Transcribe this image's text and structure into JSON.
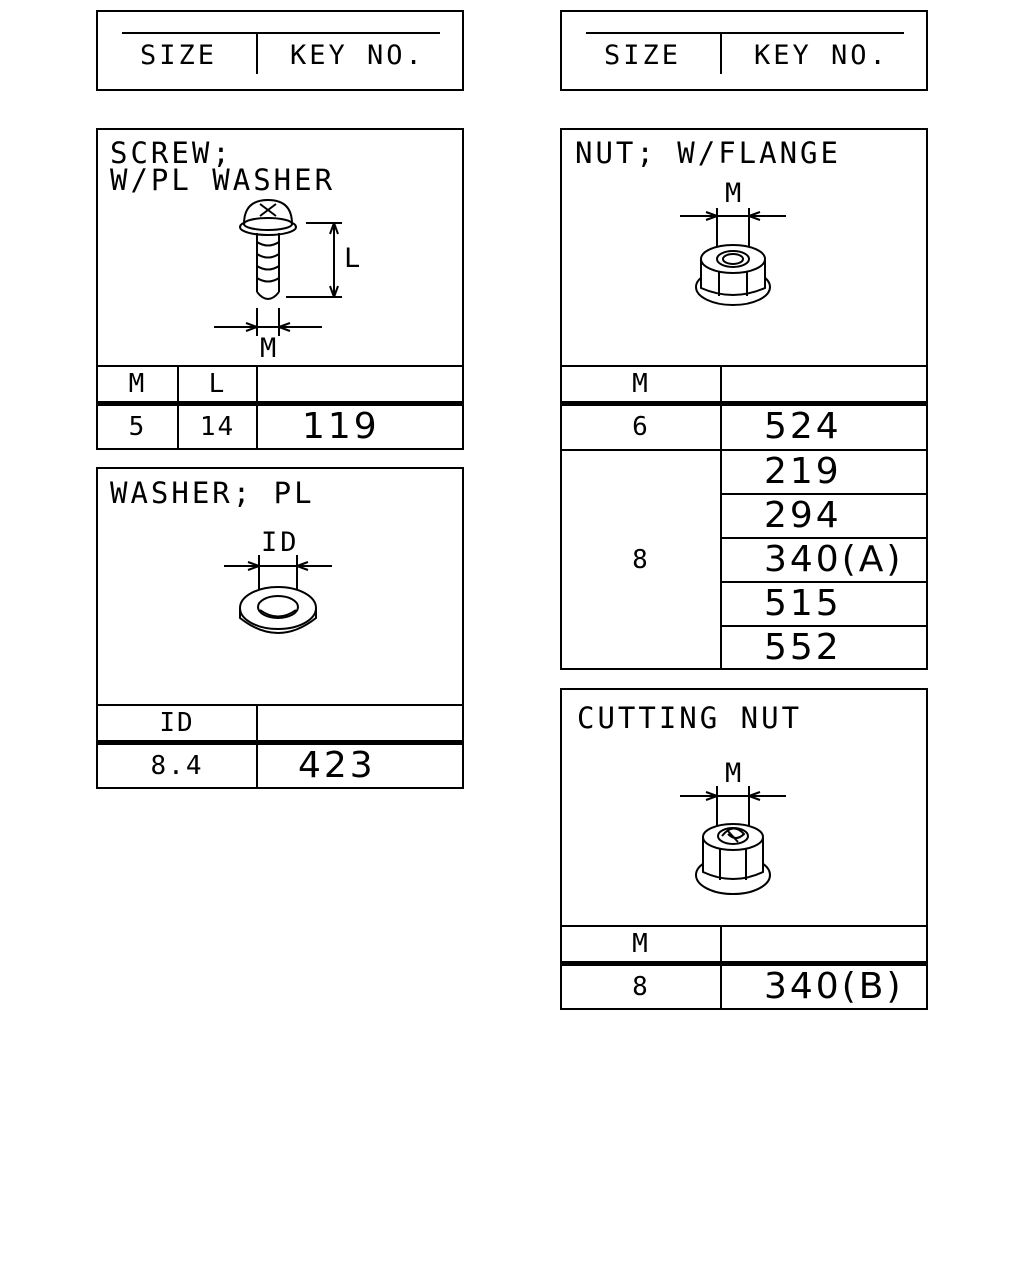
{
  "legend_left": {
    "size": "SIZE",
    "key_no": "KEY NO."
  },
  "legend_right": {
    "size": "SIZE",
    "key_no": "KEY NO."
  },
  "screw": {
    "title_line1": "SCREW;",
    "title_line2": "W/PL WASHER",
    "dim_l": "L",
    "dim_m": "M",
    "headers": [
      "M",
      "L",
      ""
    ],
    "rows": [
      {
        "m": "5",
        "l": "14",
        "key": "119"
      }
    ]
  },
  "washer": {
    "title": "WASHER; PL",
    "dim_id": "ID",
    "headers": [
      "ID",
      ""
    ],
    "rows": [
      {
        "id": "8.4",
        "key": "423"
      }
    ]
  },
  "nut_flange": {
    "title": "NUT; W/FLANGE",
    "dim_m": "M",
    "headers": [
      "M",
      ""
    ],
    "rows": [
      {
        "m": "6",
        "keys": [
          "524"
        ]
      },
      {
        "m": "8",
        "keys": [
          "219",
          "294",
          "340(A)",
          "515",
          "552"
        ]
      }
    ]
  },
  "cutting_nut": {
    "title": "CUTTING NUT",
    "dim_m": "M",
    "headers": [
      "M",
      ""
    ],
    "rows": [
      {
        "m": "8",
        "key": "340(B)"
      }
    ]
  }
}
